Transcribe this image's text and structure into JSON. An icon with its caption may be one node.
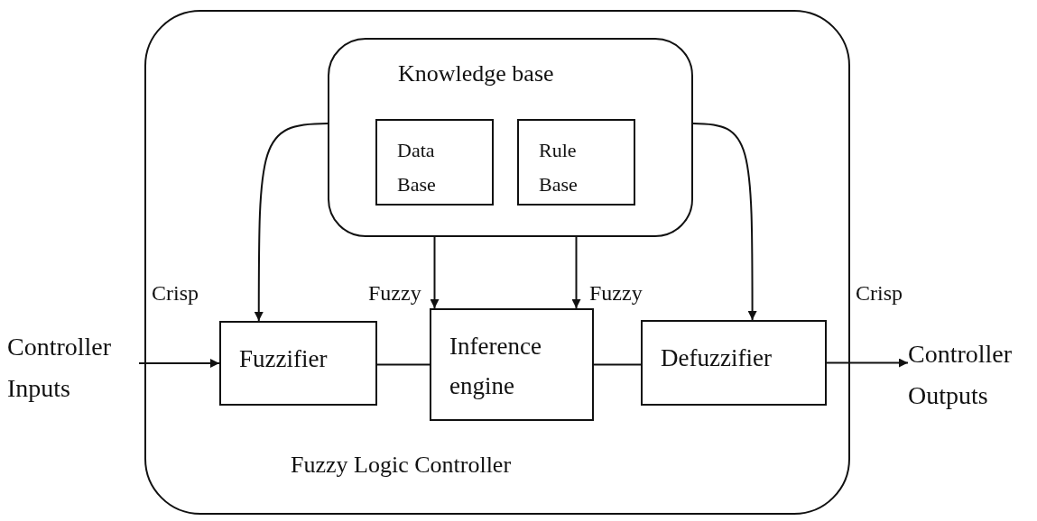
{
  "diagram": {
    "nodes": [
      {
        "text": [
          "Fuzzy Logic Controller"
        ]
      },
      {
        "text": [
          "Knowledge base"
        ],
        "in": 0
      },
      {
        "text": [
          "Data Base"
        ],
        "in": 1
      },
      {
        "text": [
          "Rule Base"
        ],
        "in": 1
      },
      {
        "text": [
          "Fuzzifier"
        ],
        "in": 0
      },
      {
        "text": [
          "Inference engine"
        ],
        "in": 0
      },
      {
        "text": [
          "Defuzzifier"
        ],
        "in": 0
      },
      {
        "text": [
          "Controller Inputs"
        ]
      },
      {
        "text": [
          "Controller Outputs"
        ]
      }
    ],
    "edges": [
      {
        "from": 7,
        "to": 4,
        "arrow": "to"
      },
      {
        "from": 4,
        "to": 5,
        "arrow": "none"
      },
      {
        "from": 5,
        "to": 6,
        "arrow": "none"
      },
      {
        "from": 6,
        "to": 8,
        "arrow": "to"
      },
      {
        "from": 1,
        "to": 4,
        "arrow": "to"
      },
      {
        "from": 2,
        "to": 5,
        "arrow": "to"
      },
      {
        "from": 3,
        "to": 5,
        "arrow": "to"
      },
      {
        "from": 1,
        "to": 6,
        "arrow": "to"
      }
    ],
    "labels": [
      "Crisp",
      "Fuzzy",
      "Fuzzy",
      "Crisp"
    ]
  }
}
